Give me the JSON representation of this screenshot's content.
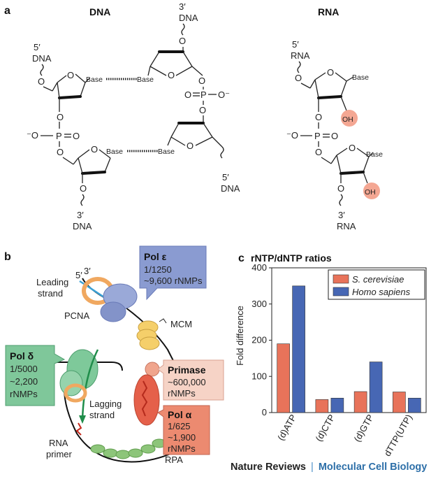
{
  "panel_a": {
    "label": "a",
    "dna_title": "DNA",
    "rna_title": "RNA",
    "five_prime": "5′",
    "three_prime": "3′",
    "dna": "DNA",
    "rna": "RNA",
    "o": "O",
    "p": "P",
    "o_minus": "O⁻",
    "minus_o": "⁻O",
    "base": "Base",
    "oh": "OH"
  },
  "panel_b": {
    "label": "b",
    "five_prime": "5′",
    "three_prime": "3′",
    "leading_strand": [
      "Leading",
      "strand"
    ],
    "pcna": "PCNA",
    "mcm": "MCM",
    "lagging_strand": [
      "Lagging",
      "strand"
    ],
    "rna_primer": [
      "RNA",
      "primer"
    ],
    "rpa": "RPA",
    "pol_epsilon": {
      "name": "Pol ε",
      "ratio": "1/1250",
      "count": "~9,600 rNMPs",
      "color": "#8a9bd1"
    },
    "pol_delta": {
      "name": "Pol δ",
      "ratio": "1/5000",
      "count": "~2,200",
      "unit": "rNMPs",
      "color": "#7fc79a"
    },
    "primase": {
      "name": "Primase",
      "count": "~600,000",
      "unit": "rNMPs",
      "color": "#f6d3c6"
    },
    "pol_alpha": {
      "name": "Pol α",
      "ratio": "1/625",
      "count": "~1,900",
      "unit": "rNMPs",
      "color": "#ec8a70"
    }
  },
  "panel_c": {
    "label": "c",
    "title": "rNTP/dNTP ratios"
  },
  "footer": {
    "journal": "Nature Reviews",
    "separator": "|",
    "subtitle": "Molecular Cell Biology"
  },
  "colors": {
    "oh_highlight": "#f4a793",
    "s_cerevisiae": "#e8735a",
    "homo_sapiens": "#4767b4"
  },
  "chart_data": {
    "type": "bar",
    "title": "rNTP/dNTP ratios",
    "ylabel": "Fold difference",
    "xlabel": "",
    "ylim": [
      0,
      400
    ],
    "yticks": [
      0,
      100,
      200,
      300,
      400
    ],
    "categories": [
      "(d)ATP",
      "(d)CTP",
      "(d)GTP",
      "dTTP(UTP)"
    ],
    "series": [
      {
        "name": "S. cerevisiae",
        "color": "#e8735a",
        "values": [
          190,
          36,
          58,
          57
        ]
      },
      {
        "name": "Homo sapiens",
        "color": "#4767b4",
        "values": [
          350,
          40,
          140,
          40
        ]
      }
    ],
    "legend_position": "top-right",
    "grid": false
  }
}
